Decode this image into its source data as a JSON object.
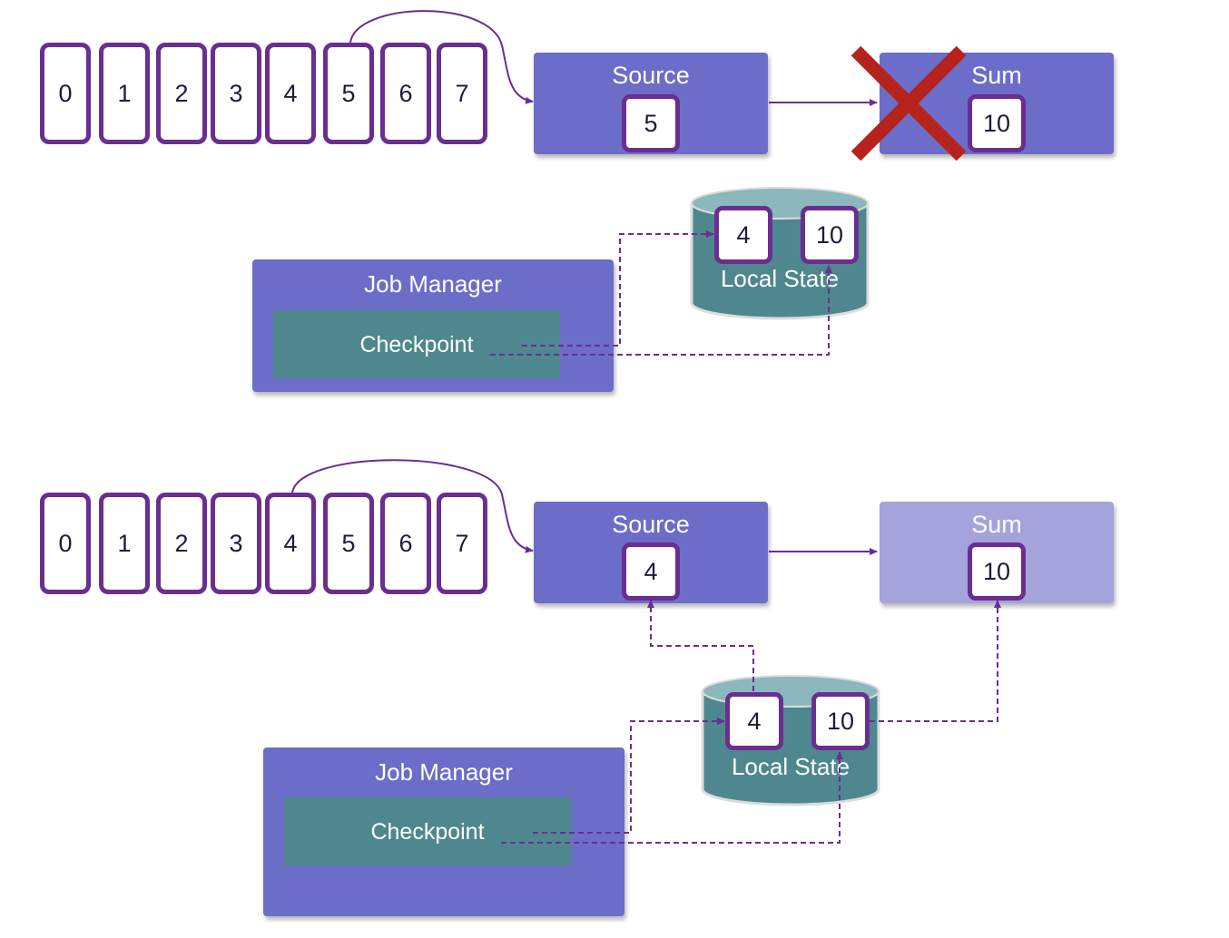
{
  "stream_labels": [
    "0",
    "1",
    "2",
    "3",
    "4",
    "5",
    "6",
    "7"
  ],
  "top_scenario": {
    "source": {
      "title": "Source",
      "value": "5"
    },
    "sum": {
      "title": "Sum",
      "value": "10",
      "failed": true
    },
    "local_state": {
      "label": "Local State",
      "values": [
        "4",
        "10"
      ]
    },
    "job_manager": {
      "title": "Job Manager",
      "checkpoint": "Checkpoint"
    }
  },
  "bottom_scenario": {
    "source": {
      "title": "Source",
      "value": "4"
    },
    "sum": {
      "title": "Sum",
      "value": "10"
    },
    "local_state": {
      "label": "Local State",
      "values": [
        "4",
        "10"
      ]
    },
    "job_manager": {
      "title": "Job Manager",
      "checkpoint": "Checkpoint"
    }
  },
  "colors": {
    "operator": "#6b6dc9",
    "operator_restoring": "#a4a3dc",
    "border_purple": "#6a2e91",
    "teal": "#4f878e",
    "teal_light": "#8cb8bd",
    "failure_cross": "#b5231c"
  }
}
